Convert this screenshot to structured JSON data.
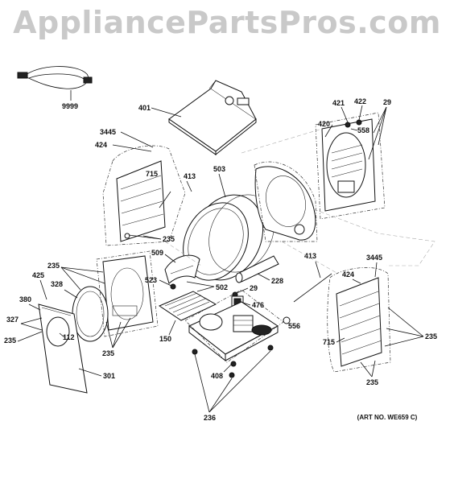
{
  "watermark": "AppliancePartsPros.com",
  "art_no": "(ART NO. WE659 C)",
  "callouts": {
    "c9999": "9999",
    "c401": "401",
    "c421": "421",
    "c422": "422",
    "c29a": "29",
    "c420": "420",
    "c558": "558",
    "c3445a": "3445",
    "c424a": "424",
    "c715a": "715",
    "c413a": "413",
    "c503": "503",
    "c235a": "235",
    "c235b": "235",
    "c425": "425",
    "c328": "328",
    "c380": "380",
    "c327": "327",
    "c235c": "235",
    "c112": "112",
    "c509": "509",
    "c523": "523",
    "c502": "502",
    "c29b": "29",
    "c228": "228",
    "c476": "476",
    "c150": "150",
    "c235d": "235",
    "c301": "301",
    "c408": "408",
    "c236": "236",
    "c413b": "413",
    "c3445b": "3445",
    "c424b": "424",
    "c556": "556",
    "c715b": "715",
    "c235e": "235",
    "c235f": "235"
  }
}
